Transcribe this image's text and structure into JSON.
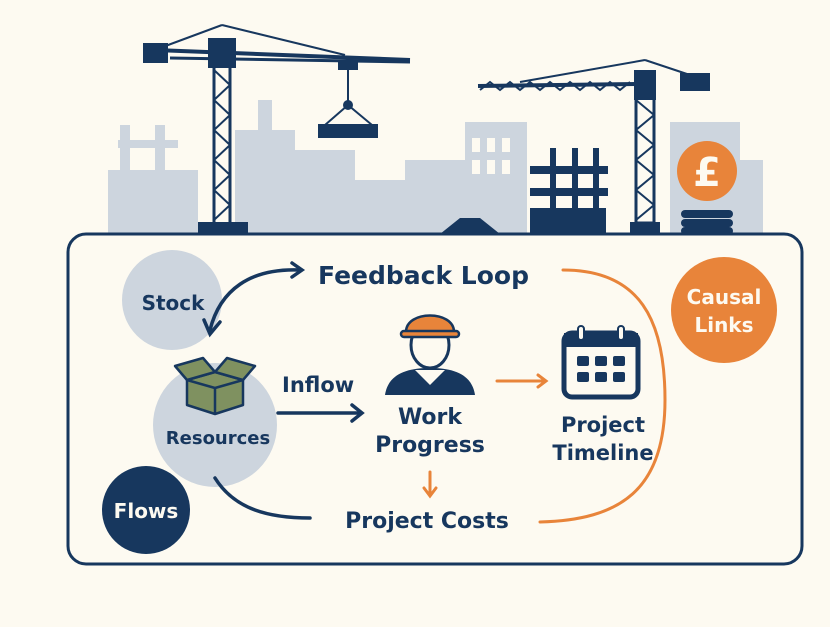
{
  "diagram": {
    "labels": {
      "feedback_loop": "Feedback Loop",
      "stock": "Stock",
      "causal_links": "Causal Links",
      "causal_links_line1": "Causal",
      "causal_links_line2": "Links",
      "inflow": "Inflow",
      "resources": "Resources",
      "work_progress_line1": "Work",
      "work_progress_line2": "Progress",
      "project_timeline_line1": "Project",
      "project_timeline_line2": "Timeline",
      "project_costs": "Project Costs",
      "flows": "Flows",
      "currency_symbol": "£"
    },
    "colors": {
      "navy": "#17375e",
      "light": "#cdd5de",
      "orange": "#e8843a",
      "green": "#7f9160",
      "background": "#fdfaf1"
    },
    "icons": [
      "crane-icon",
      "hard-hat-worker-icon",
      "box-icon",
      "calendar-icon",
      "pound-coin-icon",
      "coin-stack-icon"
    ]
  }
}
